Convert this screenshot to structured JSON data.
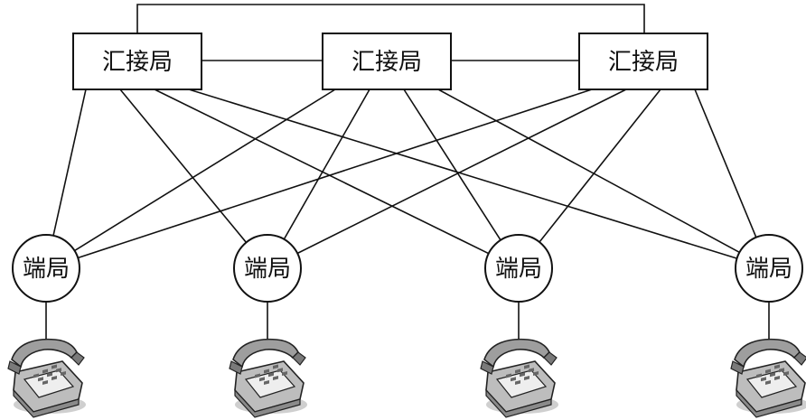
{
  "colors": {
    "stroke": "#111111",
    "background": "#ffffff"
  },
  "tandem_offices": [
    {
      "id": "t1",
      "label": "汇接局"
    },
    {
      "id": "t2",
      "label": "汇接局"
    },
    {
      "id": "t3",
      "label": "汇接局"
    }
  ],
  "end_offices": [
    {
      "id": "e1",
      "label": "端局"
    },
    {
      "id": "e2",
      "label": "端局"
    },
    {
      "id": "e3",
      "label": "端局"
    },
    {
      "id": "e4",
      "label": "端局"
    }
  ],
  "terminal_icon": "telephone-icon",
  "links": [
    [
      "t1",
      "t2"
    ],
    [
      "t2",
      "t3"
    ],
    [
      "t1",
      "t3"
    ],
    [
      "t1",
      "e1"
    ],
    [
      "t1",
      "e2"
    ],
    [
      "t1",
      "e3"
    ],
    [
      "t1",
      "e4"
    ],
    [
      "t2",
      "e1"
    ],
    [
      "t2",
      "e2"
    ],
    [
      "t2",
      "e3"
    ],
    [
      "t2",
      "e4"
    ],
    [
      "t3",
      "e1"
    ],
    [
      "t3",
      "e2"
    ],
    [
      "t3",
      "e3"
    ],
    [
      "t3",
      "e4"
    ]
  ]
}
